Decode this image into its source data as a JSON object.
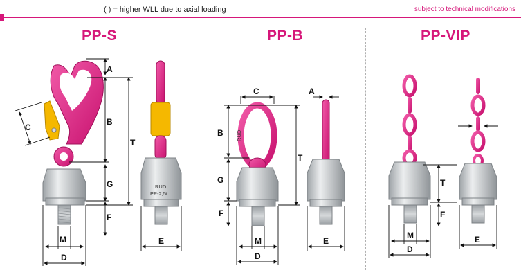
{
  "header": {
    "note": "( ) = higher WLL due to axial loading",
    "notice": "subject to technical modifications"
  },
  "sections": [
    {
      "title": "PP-S"
    },
    {
      "title": "PP-B"
    },
    {
      "title": "PP-VIP"
    }
  ],
  "dimensions": {
    "A": "A",
    "B": "B",
    "C": "C",
    "G": "G",
    "T": "T",
    "F": "F",
    "M": "M",
    "D": "D",
    "E": "E"
  },
  "engraving": {
    "brand": "RUD",
    "model": "PP-2,5t",
    "ring_mark": "RUD"
  },
  "colors": {
    "accent": "#d6177a",
    "product_pink": "#e0238a",
    "hook_latch": "#f5b800",
    "metal": "#c9cdd0"
  }
}
